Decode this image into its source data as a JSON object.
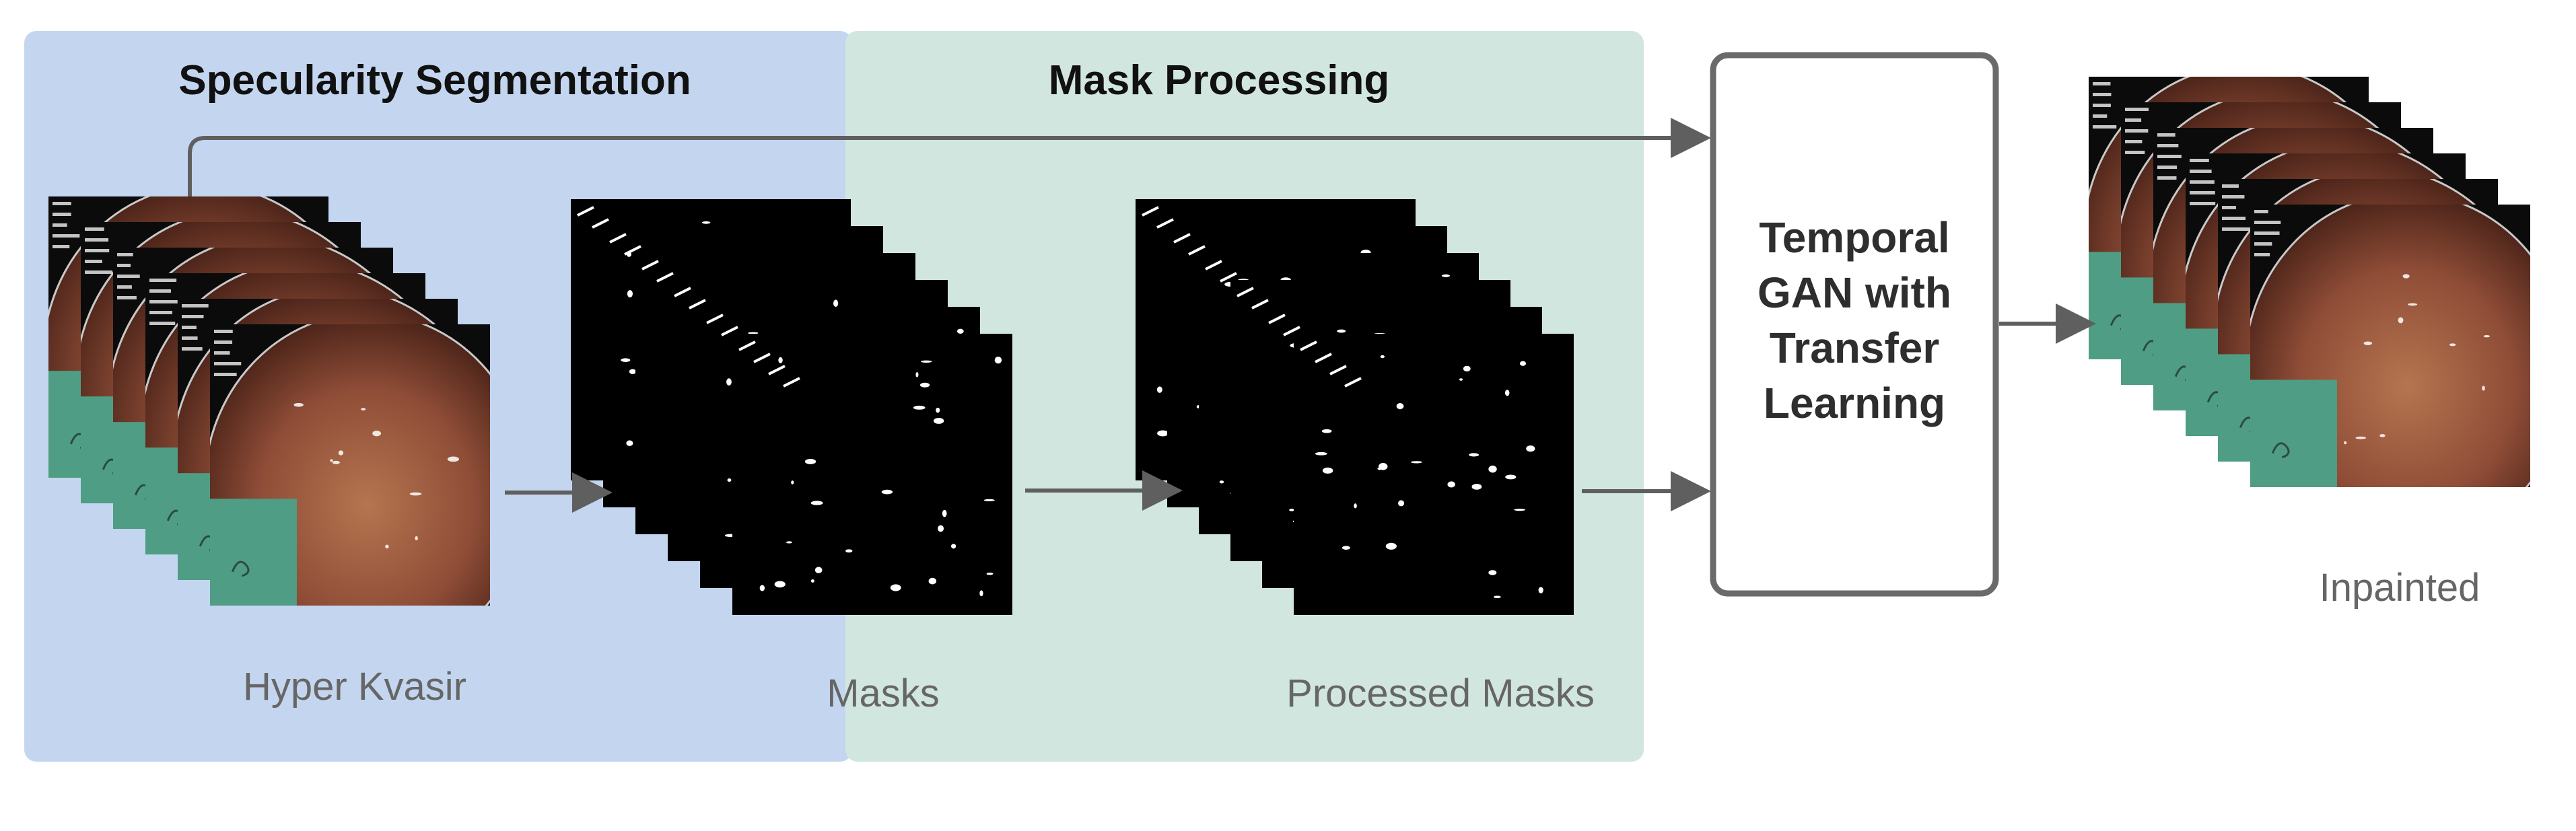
{
  "panels": {
    "segmentation": {
      "title": "Specularity Segmentation",
      "color": "#c4d6ef"
    },
    "processing": {
      "title": "Mask Processing",
      "color": "#d2e6e0"
    }
  },
  "stacks": {
    "hyper_kvasir": {
      "label": "Hyper Kvasir"
    },
    "masks": {
      "label": "Masks"
    },
    "processed_masks": {
      "label": "Processed Masks"
    },
    "inpainted": {
      "label": "Inpainted"
    }
  },
  "model": {
    "lines": [
      "Temporal",
      "GAN with",
      "Transfer",
      "Learning"
    ]
  },
  "colors": {
    "arrow": "#5f5f5f",
    "caption": "#666666",
    "title": "#111111",
    "tissue": "#8a4a36",
    "overlay": "#4f9d84",
    "mask": "#000000",
    "specular": "#ffffff"
  }
}
